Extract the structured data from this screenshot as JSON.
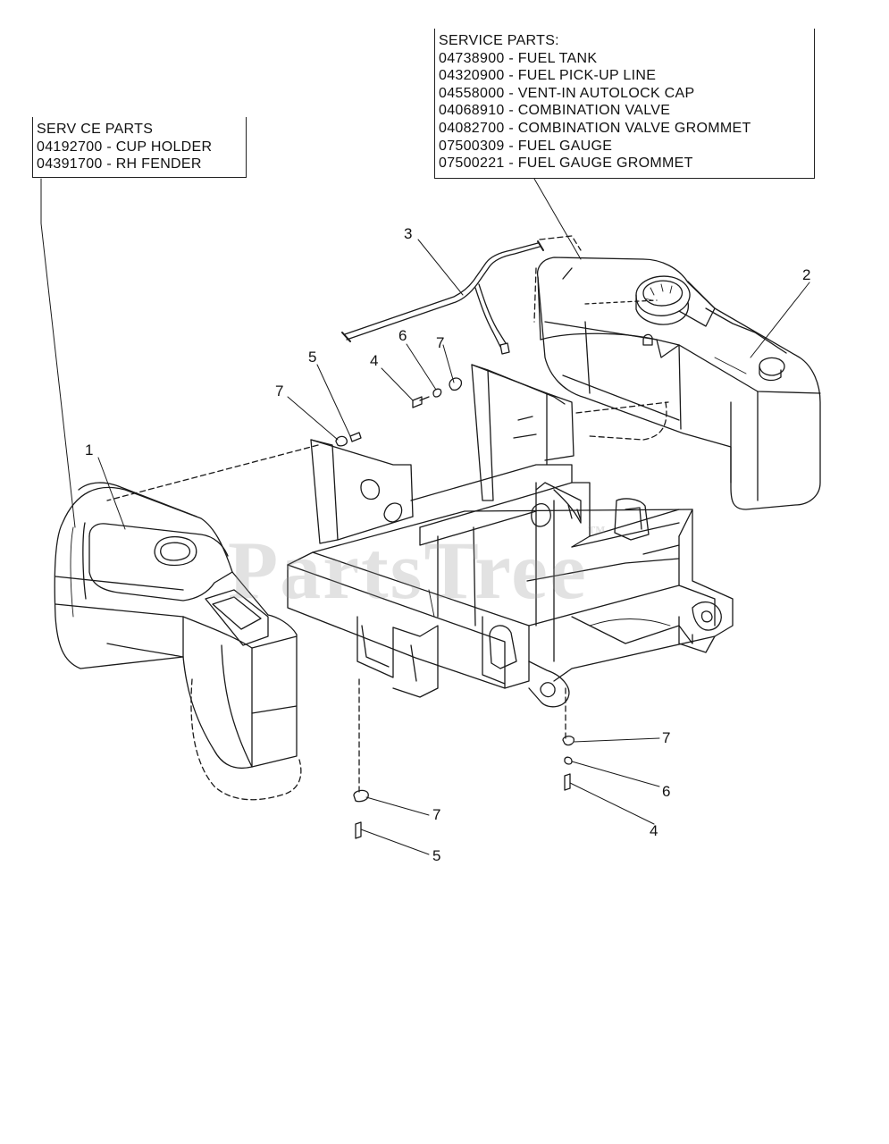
{
  "watermark": {
    "text": "PartsTree",
    "tm": "™"
  },
  "left_service_box": {
    "title": "SERV CE PARTS",
    "lines": [
      "04192700 - CUP HOLDER",
      "04391700 - RH FENDER"
    ]
  },
  "right_service_box": {
    "title": "SERVICE PARTS:",
    "lines": [
      "04738900 - FUEL TANK",
      "04320900 - FUEL PICK-UP LINE",
      "04558000 - VENT-IN AUTOLOCK CAP",
      "04068910 - COMBINATION VALVE",
      "04082700 - COMBINATION VALVE GROMMET",
      "07500309 - FUEL GAUGE",
      "07500221 - FUEL GAUGE GROMMET"
    ]
  },
  "callouts": {
    "c1": "1",
    "c2": "2",
    "c3": "3",
    "c4a": "4",
    "c6a": "6",
    "c7a": "7",
    "c5a": "5",
    "c7b": "7",
    "c7c": "7",
    "c6b": "6",
    "c4b": "4",
    "c7d": "7",
    "c5b": "5"
  }
}
